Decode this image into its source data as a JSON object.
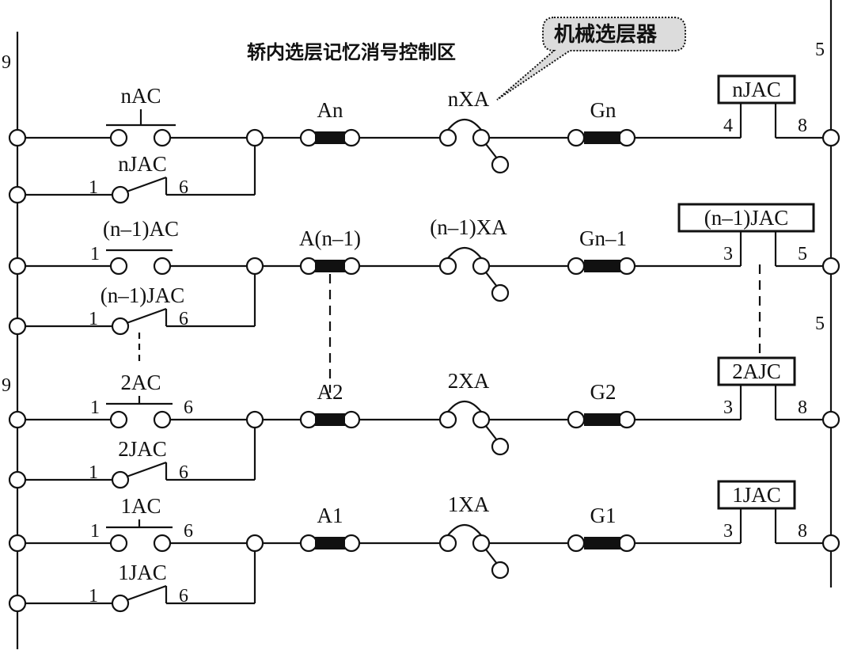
{
  "title": "轿内选层记忆消号控制区",
  "callout": "机械选层器",
  "bus_labels": {
    "left_top": "9",
    "left_mid": "9",
    "right_top": "5",
    "right_mid": "5"
  },
  "rungs": [
    {
      "button": {
        "name": "nAC",
        "pin_left": "",
        "pin_right": ""
      },
      "hold": {
        "name": "nJAC",
        "pin_left": "1",
        "pin_right": "6"
      },
      "fuse": "An",
      "selector": "nXA",
      "lamp": "Gn",
      "relay": {
        "name": "nJAC",
        "pin_left": "4",
        "pin_right": "8"
      }
    },
    {
      "button": {
        "name": "(n–1)AC",
        "pin_left": "1",
        "pin_right": ""
      },
      "hold": {
        "name": "(n–1)JAC",
        "pin_left": "1",
        "pin_right": "6"
      },
      "fuse": "A(n–1)",
      "selector": "(n–1)XA",
      "lamp": "Gn–1",
      "relay": {
        "name": "(n–1)JAC",
        "pin_left": "3",
        "pin_right": "5"
      }
    },
    {
      "button": {
        "name": "2AC",
        "pin_left": "1",
        "pin_right": "6"
      },
      "hold": {
        "name": "2JAC",
        "pin_left": "1",
        "pin_right": "6"
      },
      "fuse": "A2",
      "selector": "2XA",
      "lamp": "G2",
      "relay": {
        "name": "2AJC",
        "pin_left": "3",
        "pin_right": "8"
      }
    },
    {
      "button": {
        "name": "1AC",
        "pin_left": "1",
        "pin_right": "6"
      },
      "hold": {
        "name": "1JAC",
        "pin_left": "1",
        "pin_right": "6"
      },
      "fuse": "A1",
      "selector": "1XA",
      "lamp": "G1",
      "relay": {
        "name": "1JAC",
        "pin_left": "3",
        "pin_right": "8"
      }
    }
  ]
}
